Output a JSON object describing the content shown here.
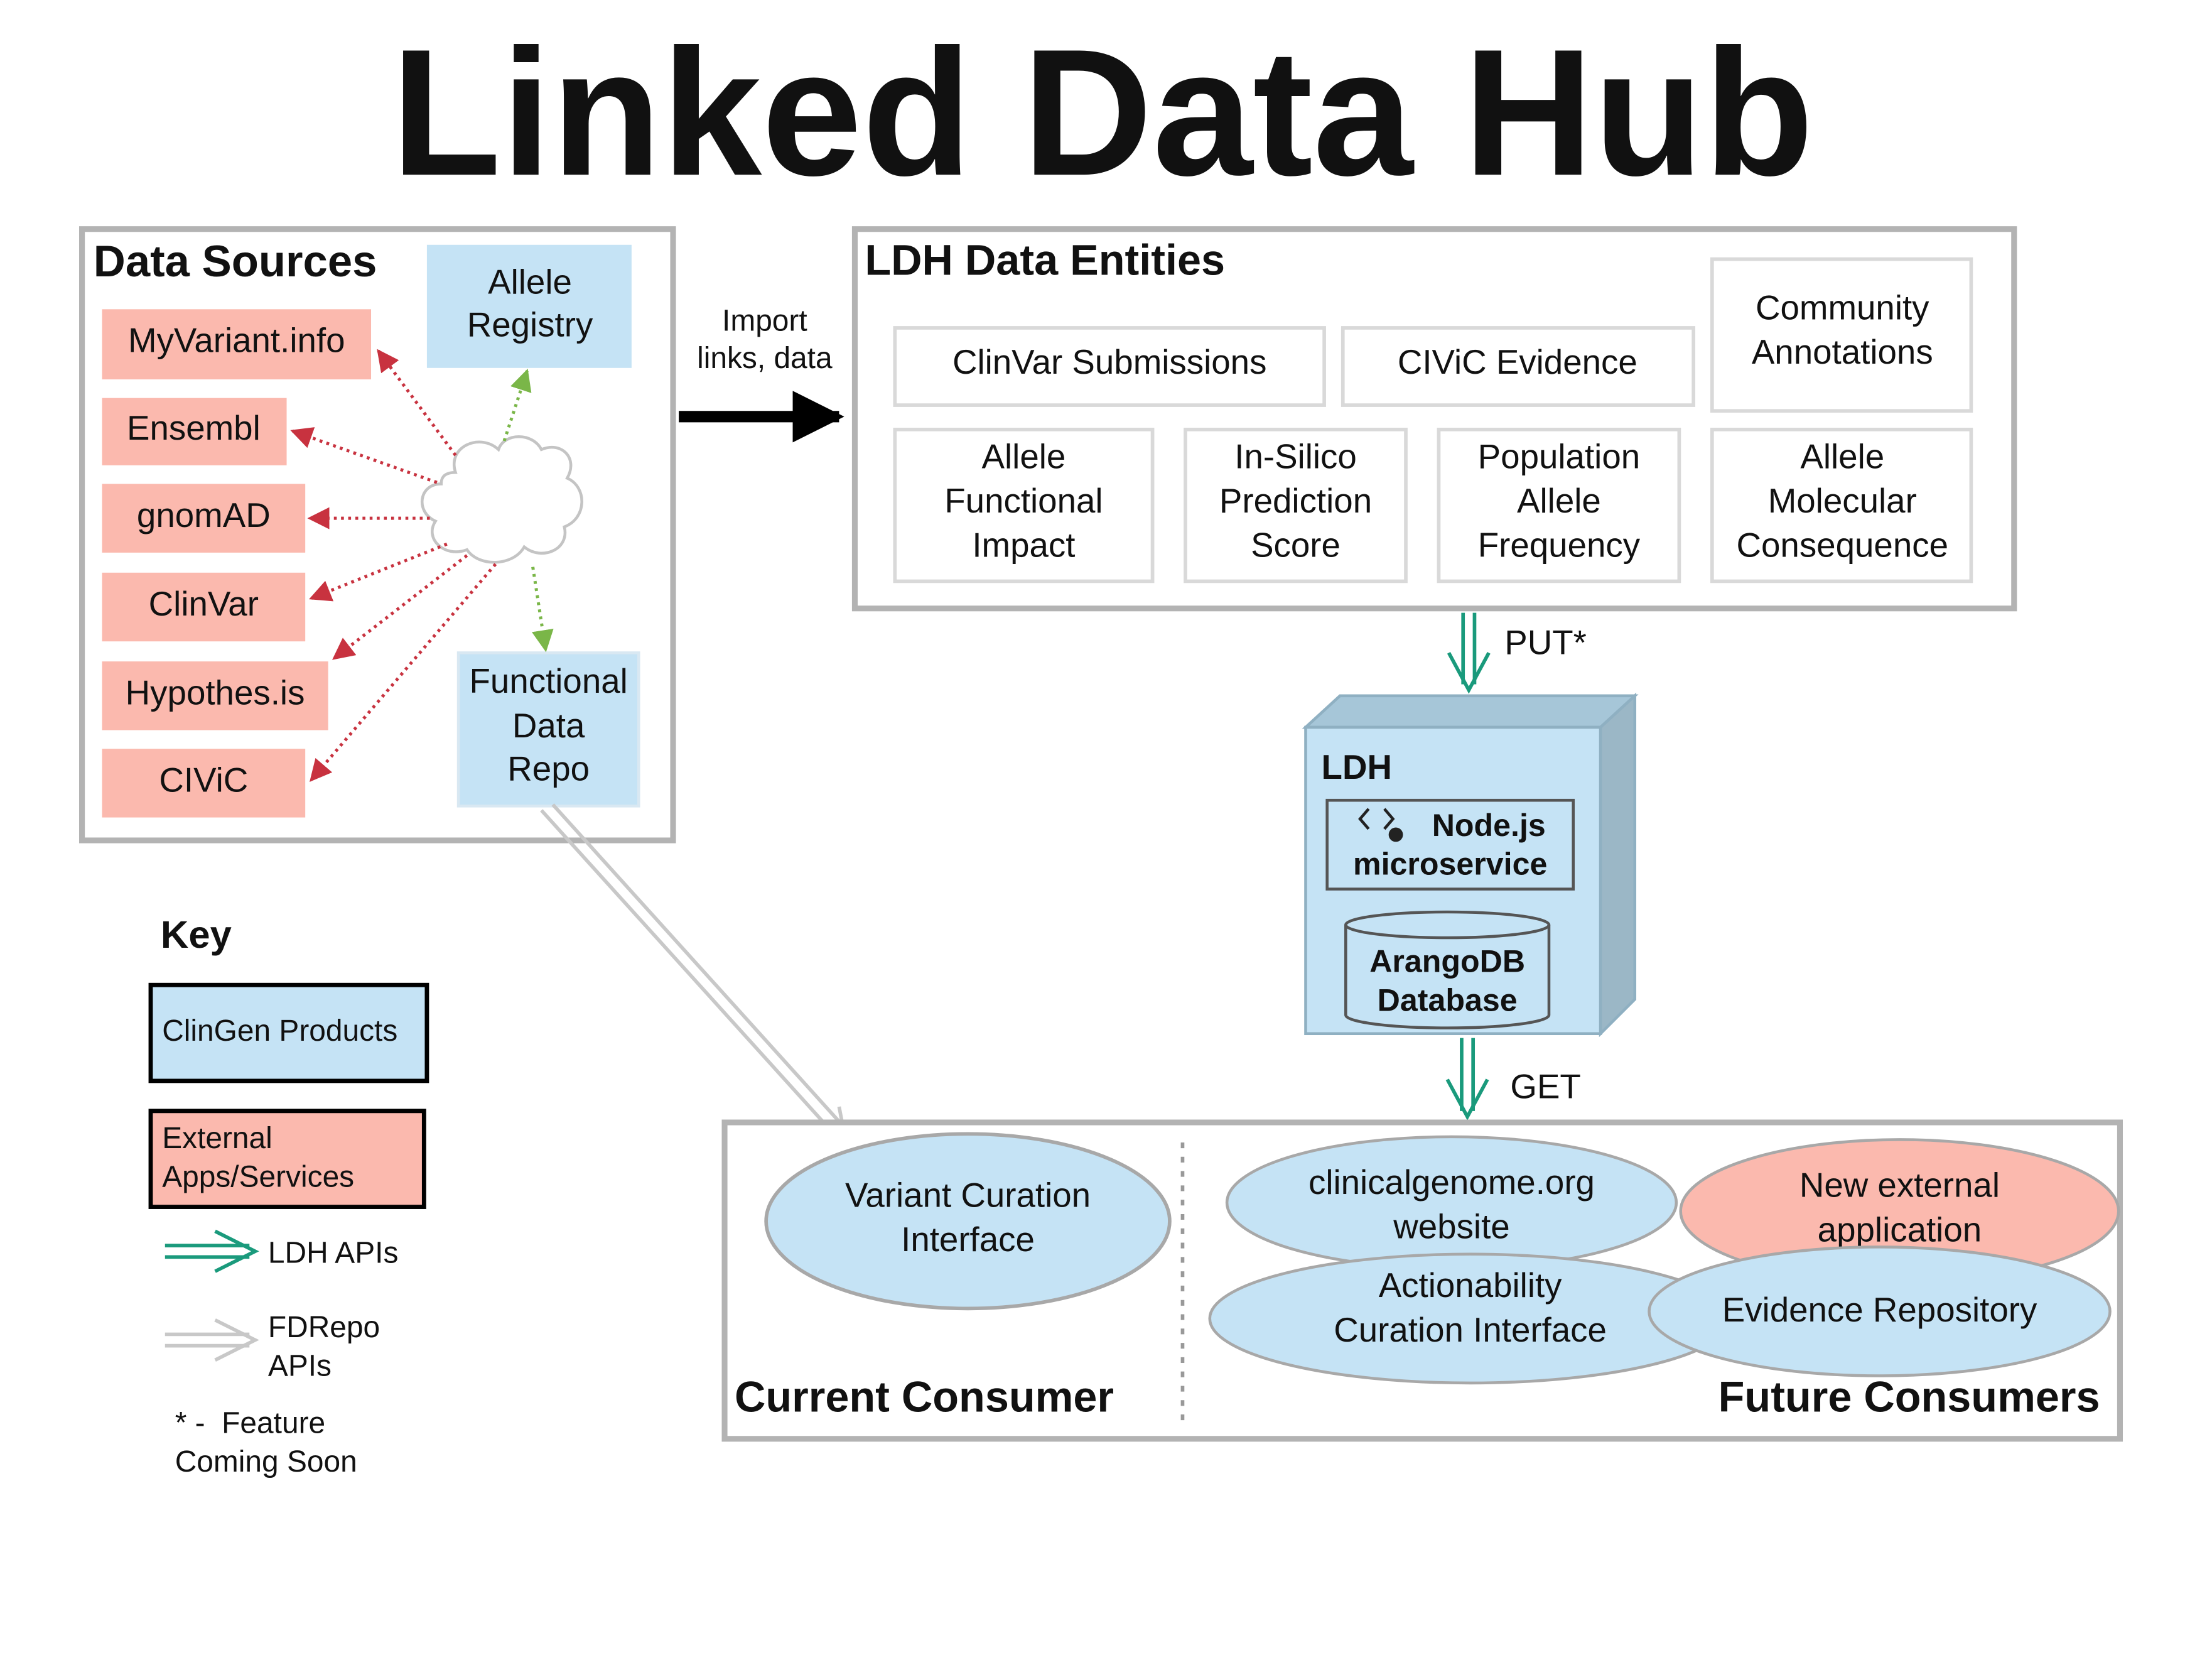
{
  "title": "Linked Data Hub",
  "data_sources": {
    "heading": "Data Sources",
    "external": [
      "MyVariant.info",
      "Ensembl",
      "gnomAD",
      "ClinVar",
      "Hypothes.is",
      "CIViC"
    ],
    "allele_registry": [
      "Allele",
      "Registry"
    ],
    "functional_data_repo": [
      "Functional",
      "Data",
      "Repo"
    ]
  },
  "import_label": [
    "Import",
    "links, data"
  ],
  "entities": {
    "heading": "LDH Data Entities",
    "clinvar_submissions": "ClinVar Submissions",
    "civic_evidence": "CIViC Evidence",
    "community_annotations": [
      "Community",
      "Annotations"
    ],
    "allele_functional_impact": [
      "Allele",
      "Functional",
      "Impact"
    ],
    "in_silico": [
      "In-Silico",
      "Prediction",
      "Score"
    ],
    "population": [
      "Population",
      "Allele",
      "Frequency"
    ],
    "molecular": [
      "Allele",
      "Molecular",
      "Consequence"
    ]
  },
  "put_label": "PUT*",
  "get_label": "GET",
  "ldh": {
    "label": "LDH",
    "service": [
      "Node.js",
      "microservice"
    ],
    "database": [
      "ArangoDB",
      "Database"
    ]
  },
  "key": {
    "heading": "Key",
    "clingen": "ClinGen Products",
    "external": [
      "External",
      "Apps/Services"
    ],
    "ldh_apis": "LDH APIs",
    "fdrepo_apis": [
      "FDRepo",
      "APIs"
    ],
    "footnote": [
      "* -  Feature",
      "Coming Soon"
    ]
  },
  "consumers": {
    "current_heading": "Current Consumer",
    "future_heading": "Future Consumers",
    "variant_curation": [
      "Variant Curation",
      "Interface"
    ],
    "clinicalgenome": [
      "clinicalgenome.org",
      "website"
    ],
    "new_external": [
      "New external",
      "application"
    ],
    "actionability": [
      "Actionability",
      "Curation Interface"
    ],
    "evidence_repo": "Evidence Repository"
  },
  "colors": {
    "clingen_blue": "#c5e3f5",
    "external_red": "#fbb9ae",
    "ldh_api_green": "#1a9a7c",
    "fdrepo_gray": "#c8c8c8",
    "dotted_red": "#c8323f",
    "dotted_green": "#7ab648",
    "border_gray": "#b3b3b3"
  }
}
